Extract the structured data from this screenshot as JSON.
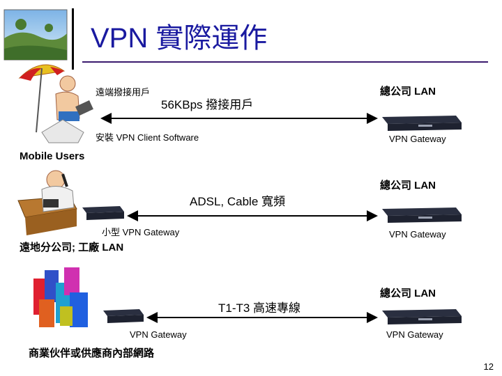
{
  "title": "VPN 實際運作",
  "page_number": "12",
  "mobile": {
    "remote_user_label": "遠端撥接用戶",
    "dialup_label": "56KBps 撥接用戶",
    "software_label": "安裝 VPN Client Software",
    "group_label": "Mobile Users"
  },
  "branch": {
    "link_label": "ADSL, Cable 寬頻",
    "gateway_label": "小型 VPN Gateway",
    "group_label": "遠地分公司; 工廠 LAN"
  },
  "partner": {
    "link_label": "T1-T3 高速專線",
    "gateway_label": "VPN Gateway",
    "group_label": "商業伙伴或供應商內部網路"
  },
  "hq": [
    {
      "label": "總公司 LAN",
      "gateway_label": "VPN Gateway"
    },
    {
      "label": "總公司 LAN",
      "gateway_label": "VPN Gateway"
    },
    {
      "label": "總公司 LAN",
      "gateway_label": "VPN Gateway"
    }
  ],
  "colors": {
    "title": "#1a1aa0",
    "rule": "#3a1a6e",
    "device": "#1e2230"
  }
}
